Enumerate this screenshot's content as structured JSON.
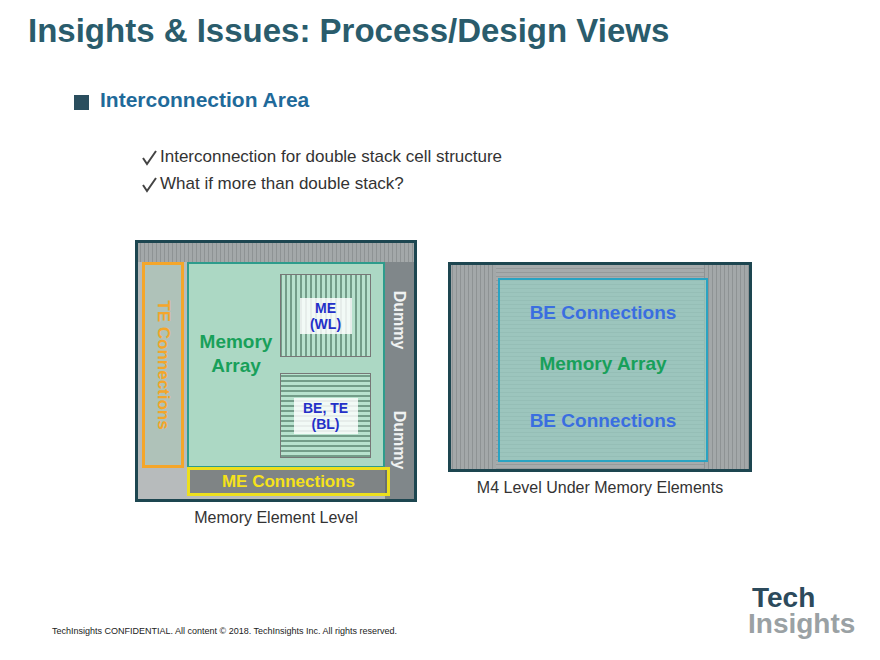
{
  "diagram": {
    "title": "Insights & Issues: Process/Design Views",
    "nodes": [
      {
        "text": [
          "Memory Element Level"
        ]
      },
      {
        "text": [
          "TE Connections"
        ],
        "in": 0
      },
      {
        "text": [
          "Memory Array"
        ],
        "in": 0
      },
      {
        "text": [
          "ME (WL)"
        ],
        "in": 2
      },
      {
        "text": [
          "BE, TE (BL)"
        ],
        "in": 2
      },
      {
        "text": [
          "ME Connections"
        ],
        "in": 0
      },
      {
        "text": [
          "M4 Level Under Memory Elements"
        ]
      },
      {
        "text": [
          "BE Connections",
          "Memory Array",
          "BE Connections"
        ],
        "in": 6
      }
    ],
    "labels": [
      "Interconnection Area",
      "Interconnection for double stack cell structure",
      "What if more than double stack?",
      "Dummy",
      "Dummy",
      "TechInsights CONFIDENTIAL. All content © 2018. TechInsights Inc. All rights reserved.",
      "Tech",
      "Insights"
    ]
  }
}
